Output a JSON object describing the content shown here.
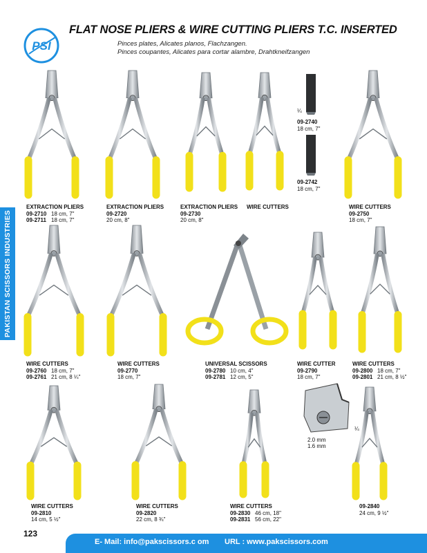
{
  "header": {
    "logo_text": "PSI",
    "title": "FLAT NOSE PLIERS & WIRE CUTTING PLIERS T.C. INSERTED",
    "subtitle_lines": [
      "Pinces plates, Alicates planos, Flachzangen.",
      "Pinces coupantes, Alicates para cortar alambre, Drahtkneifzangen"
    ]
  },
  "sidebar": {
    "text": "PAKISTAN SCISSORS INDUSTRIES"
  },
  "products": [
    {
      "title": "EXTRACTION PLIERS",
      "variants": [
        {
          "code": "09-2710",
          "size": "18 cm, 7\""
        },
        {
          "code": "09-2711",
          "size": "18 cm, 7\""
        }
      ]
    },
    {
      "title": "EXTRACTION PLIERS",
      "variants": [
        {
          "code": "09-2720",
          "size": ""
        },
        {
          "code": "",
          "size": "20 cm, 8\""
        }
      ]
    },
    {
      "title": "EXTRACTION PLIERS",
      "variants": [
        {
          "code": "09-2730",
          "size": ""
        },
        {
          "code": "",
          "size": "20 cm, 8\""
        }
      ]
    },
    {
      "title": "WIRE CUTTERS",
      "variants": []
    },
    {
      "title": "",
      "variants": [
        {
          "code": "09-2740",
          "size": ""
        },
        {
          "code": "",
          "size": "18 cm, 7\""
        }
      ]
    },
    {
      "title": "",
      "variants": [
        {
          "code": "09-2742",
          "size": ""
        },
        {
          "code": "",
          "size": "18 cm, 7\""
        }
      ]
    },
    {
      "title": "WIRE CUTTERS",
      "variants": [
        {
          "code": "09-2750",
          "size": ""
        },
        {
          "code": "",
          "size": "18 cm, 7\""
        }
      ]
    },
    {
      "title": "WIRE CUTTERS",
      "variants": [
        {
          "code": "09-2760",
          "size": "18 cm, 7\""
        },
        {
          "code": "09-2761",
          "size": "21 cm, 8 ¼\""
        }
      ]
    },
    {
      "title": "WIRE CUTTERS",
      "variants": [
        {
          "code": "09-2770",
          "size": ""
        },
        {
          "code": "",
          "size": "18 cm, 7\""
        }
      ]
    },
    {
      "title": "UNIVERSAL SCISSORS",
      "variants": [
        {
          "code": "09-2780",
          "size": "10 cm, 4\""
        },
        {
          "code": "09-2781",
          "size": "12 cm, 5\""
        }
      ]
    },
    {
      "title": "WIRE CUTTER",
      "variants": [
        {
          "code": "09-2790",
          "size": ""
        },
        {
          "code": "",
          "size": "18 cm, 7\""
        }
      ]
    },
    {
      "title": "WIRE CUTTERS",
      "variants": [
        {
          "code": "09-2800",
          "size": "18 cm, 7\""
        },
        {
          "code": "09-2801",
          "size": "21 cm, 8 ½\""
        }
      ]
    },
    {
      "title": "WIRE CUTTERS",
      "variants": [
        {
          "code": "09-2810",
          "size": ""
        },
        {
          "code": "",
          "size": "14 cm, 5 ½\""
        }
      ]
    },
    {
      "title": "WIRE CUTTERS",
      "variants": [
        {
          "code": "09-2820",
          "size": ""
        },
        {
          "code": "",
          "size": "22 cm, 8 ¾\""
        }
      ]
    },
    {
      "title": "WIRE CUTTERS",
      "variants": [
        {
          "code": "09-2830",
          "size": "46 cm, 18\""
        },
        {
          "code": "09-2831",
          "size": "56 cm, 22\""
        }
      ]
    },
    {
      "title": "",
      "variants": [
        {
          "code": "09-2840",
          "size": ""
        },
        {
          "code": "",
          "size": "24 cm, 9 ½\""
        }
      ]
    }
  ],
  "scale_labels": {
    "tip_top": "¼",
    "tip_detail": "¼",
    "dim_1": "2.0 mm",
    "dim_2": "1.6 mm"
  },
  "page_number": "123",
  "footer": {
    "email": "E- Mail: info@pakscissors.c om",
    "url": "URL  :  www.pakscissors.com"
  },
  "colors": {
    "accent": "#1e90e0",
    "grip": "#f2e01a",
    "steel": "#c9ced2",
    "steel_dark": "#6f767c"
  }
}
